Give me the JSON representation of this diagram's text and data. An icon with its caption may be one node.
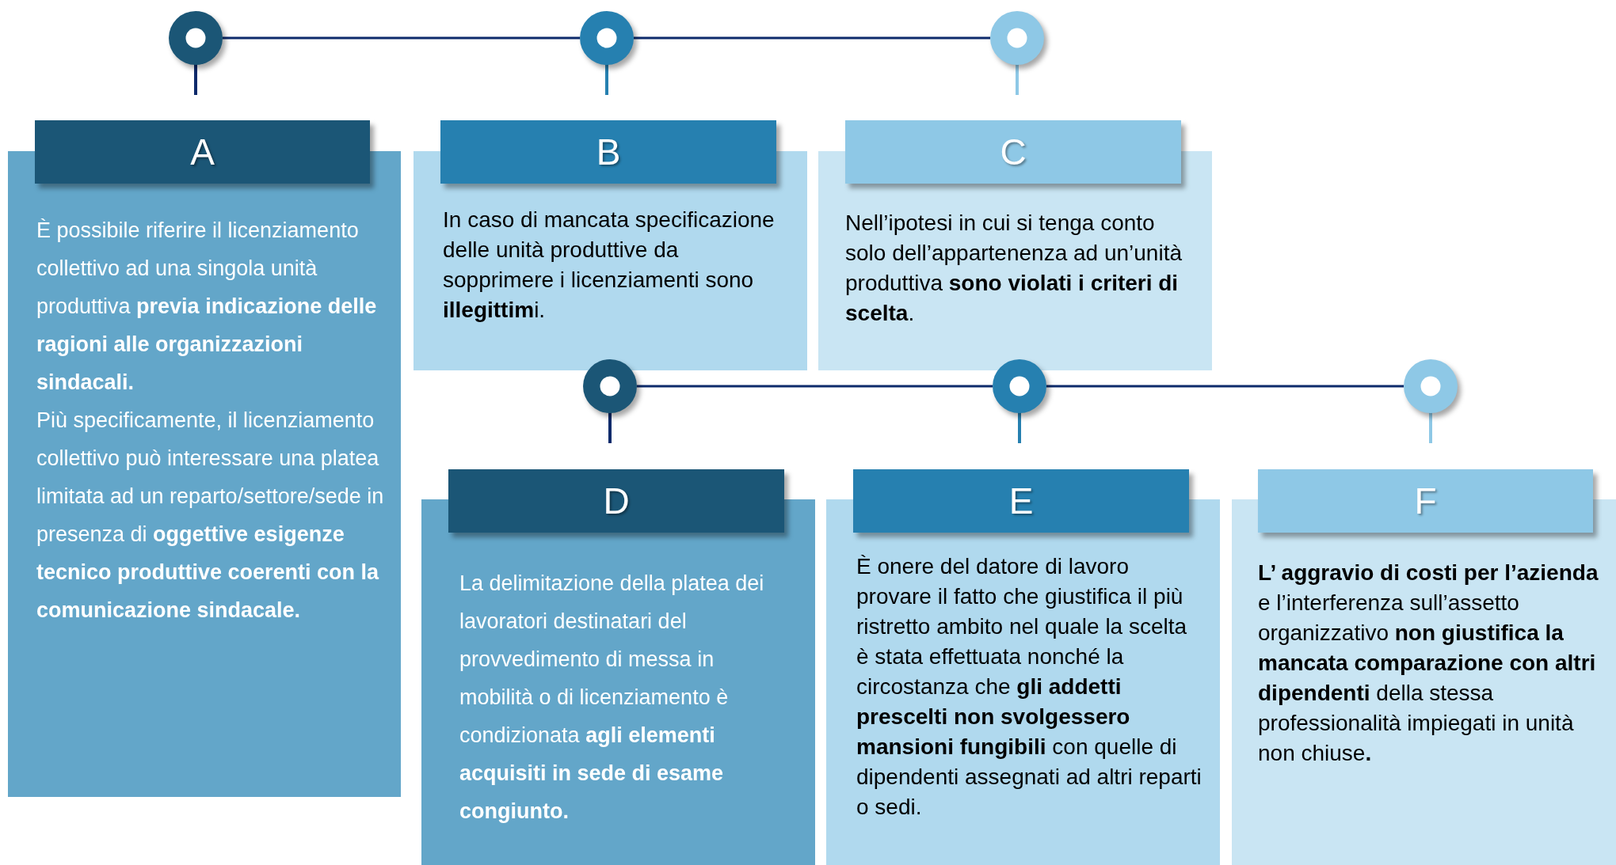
{
  "diagram": {
    "nodes": [
      {
        "text": [],
        "shape": "circle"
      },
      {
        "text": [],
        "shape": "circle"
      },
      {
        "text": [],
        "shape": "circle"
      },
      {
        "text": [
          "A",
          "È possibile riferire il licenziamento collettivo ad una singola unità produttiva **previa indicazione delle ragioni alle organizzazioni sindacali.**",
          "Più specificamente, il licenziamento collettivo può interessare una platea limitata ad un reparto/settore/sede in presenza di **oggettive esigenze tecnico produttive coerenti con la comunicazione sindacale.**"
        ]
      },
      {
        "text": [
          "B",
          "In caso di mancata specificazione delle unità produttive da sopprimere i licenziamenti sono **illegittim**i."
        ]
      },
      {
        "text": [
          "C",
          "Nell’ipotesi in cui si tenga conto solo dell’appartenenza ad un’unità produttiva **sono violati i criteri di scelta**."
        ]
      },
      {
        "text": [],
        "shape": "circle"
      },
      {
        "text": [],
        "shape": "circle"
      },
      {
        "text": [],
        "shape": "circle"
      },
      {
        "text": [
          "D",
          "La delimitazione della platea dei lavoratori destinatari del provvedimento di messa in mobilità o di licenziamento è condizionata **agli elementi acquisiti in sede di esame congiunto.**"
        ]
      },
      {
        "text": [
          "E",
          "È onere del datore di lavoro provare il fatto che giustifica il più ristretto ambito nel quale la scelta è stata effettuata nonché la circostanza che **gli addetti prescelti non svolgessero mansioni fungibili** con quelle di dipendenti assegnati ad altri reparti o sedi."
        ]
      },
      {
        "text": [
          "F",
          "**L’ aggravio di costi per l’azienda** e l’interferenza sull’assetto organizzativo **non giustifica la mancata comparazione con altri dipendenti** della stessa professionalità impiegati in unità non chiuse**.**"
        ]
      }
    ],
    "edges": [
      {
        "from": 0,
        "to": 1,
        "arrow": "none"
      },
      {
        "from": 1,
        "to": 2,
        "arrow": "none"
      },
      {
        "from": 6,
        "to": 7,
        "arrow": "none"
      },
      {
        "from": 7,
        "to": 8,
        "arrow": "none"
      }
    ]
  }
}
